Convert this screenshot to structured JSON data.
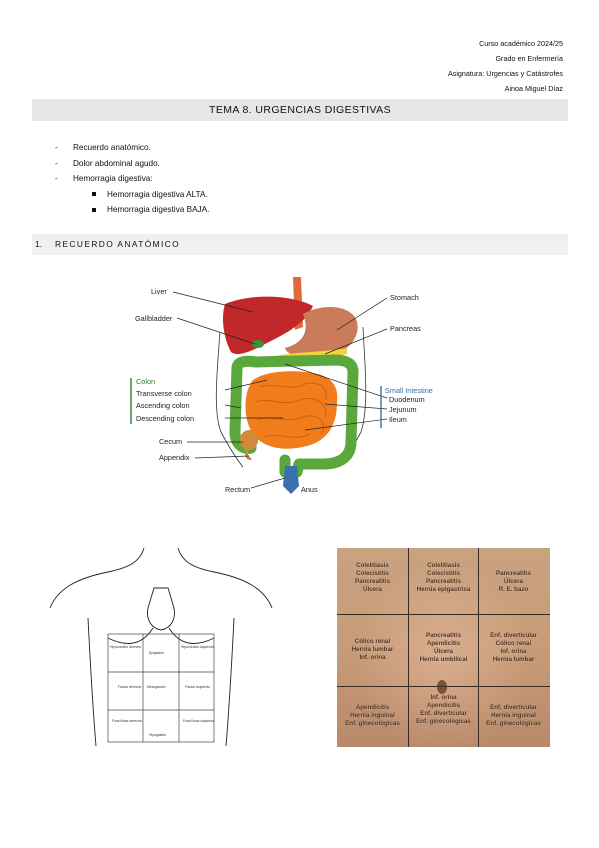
{
  "header": {
    "line1": "Curso académico 2024/25",
    "line2": "Grado en Enfermería",
    "line3": "Asignatura: Urgencias y Catástrofes",
    "line4": "Ainoa Miguel Díaz"
  },
  "title": "TEMA 8. URGENCIAS DIGESTIVAS",
  "toc": {
    "items": [
      "Recuerdo anatómico.",
      "Dolor abdominal agudo.",
      "Hemorragia digestiva:"
    ],
    "subitems": [
      "Hemorragia digestiva ALTA.",
      "Hemorragia digestiva BAJA."
    ]
  },
  "section1": {
    "number": "1.",
    "title": "RECUERDO ANATÓMICO"
  },
  "anatomy": {
    "liver": "Liver",
    "gallbladder": "Gallbladder",
    "stomach": "Stomach",
    "pancreas": "Pancreas",
    "colon": "Colon",
    "transverse": "Transverse colon",
    "ascending": "Ascending colon",
    "descending": "Descending colon",
    "small_intestine": "Small Intestine",
    "duodenum": "Duodenum",
    "jejunum": "Jejunum",
    "ileum": "Ileum",
    "cecum": "Cecum",
    "appendix": "Appendix",
    "rectum": "Rectum",
    "anus": "Anus"
  },
  "regions": {
    "r1": "Hipocondrio derecho",
    "r2": "Epigastrio",
    "r3": "Hipocondrio izquierdo",
    "r4": "Flanco derecho",
    "r5": "Mesogastrio",
    "r6": "Flanco izquierdo",
    "r7": "Fosa ilíaca derecha",
    "r8": "Hipogastrio",
    "r9": "Fosa ilíaca izquierda"
  },
  "photo": {
    "c1": [
      "Colelitiasis",
      "Colecistitis",
      "Pancreatitis",
      "Úlcera"
    ],
    "c2": [
      "Colelitiasis",
      "Colecistitis",
      "Pancreatitis",
      "Hernia epigástrica"
    ],
    "c3": [
      "Pancreatitis",
      "Úlcera",
      "R. E. bazo"
    ],
    "c4": [
      "Cólico renal",
      "Hernia lumbar",
      "Inf. orina"
    ],
    "c5": [
      "Pancreatitis",
      "Apendicitis",
      "Úlcera",
      "Hernia umbilical"
    ],
    "c6": [
      "Enf. diverticular",
      "Cólico renal",
      "Inf. orina",
      "Hernia lumbar"
    ],
    "c7": [
      "Apendicitis",
      "Hernia inguinal",
      "Enf. ginecológicas"
    ],
    "c8": [
      "Inf. orina",
      "Apendicitis",
      "Enf. diverticular",
      "Enf. ginecológicas"
    ],
    "c9": [
      "Enf. diverticular",
      "Hernia inguinal",
      "Enf. ginecológicas"
    ]
  },
  "colors": {
    "liver": "#c0282b",
    "stomach": "#c97b5a",
    "colon": "#5aa83c",
    "small_intestine": "#f07c1c",
    "pancreas": "#f2d23a",
    "rectum": "#3a6fb0"
  }
}
